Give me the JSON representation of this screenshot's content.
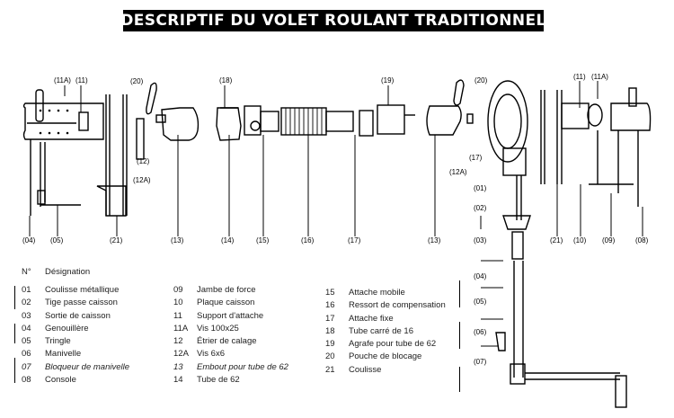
{
  "title": "DESCRIPTIF DU VOLET ROULANT TRADITIONNEL",
  "legend": {
    "header_num": "N°",
    "header_label": "Désignation",
    "columns": [
      [
        {
          "num": "01",
          "label": "Coulisse métallique",
          "italic": false
        },
        {
          "num": "02",
          "label": "Tige passe caisson",
          "italic": false
        },
        {
          "num": "03",
          "label": "Sortie de caisson",
          "italic": false
        },
        {
          "num": "04",
          "label": "Genouillère",
          "italic": false
        },
        {
          "num": "05",
          "label": "Tringle",
          "italic": false
        },
        {
          "num": "06",
          "label": "Manivelle",
          "italic": false
        },
        {
          "num": "07",
          "label": "Bloqueur de manivelle",
          "italic": true
        },
        {
          "num": "08",
          "label": "Console",
          "italic": false
        }
      ],
      [
        {
          "num": "09",
          "label": "Jambe de force",
          "italic": false
        },
        {
          "num": "10",
          "label": "Plaque caisson",
          "italic": false
        },
        {
          "num": "11",
          "label": "Support d'attache",
          "italic": false
        },
        {
          "num": "11A",
          "label": "Vis 100x25",
          "italic": false
        },
        {
          "num": "12",
          "label": "Étrier de calage",
          "italic": false
        },
        {
          "num": "12A",
          "label": "Vis 6x6",
          "italic": false
        },
        {
          "num": "13",
          "label": "Embout pour tube de 62",
          "italic": true
        },
        {
          "num": "14",
          "label": "Tube de 62",
          "italic": false
        }
      ],
      [
        {
          "num": "15",
          "label": "Attache mobile",
          "italic": false
        },
        {
          "num": "16",
          "label": "Ressort de compensation",
          "italic": false
        },
        {
          "num": "17",
          "label": "Attache fixe",
          "italic": false
        },
        {
          "num": "18",
          "label": "Tube carré de 16",
          "italic": false
        },
        {
          "num": "19",
          "label": "Agrafe pour tube de 62",
          "italic": false
        },
        {
          "num": "20",
          "label": "Pouche de blocage",
          "italic": false
        },
        {
          "num": "21",
          "label": "Coulisse",
          "italic": false
        }
      ]
    ]
  },
  "callouts": {
    "c11a_left": "(11A)",
    "c11_left": "(11)",
    "c20_left": "(20)",
    "c12": "(12)",
    "c12a": "(12A)",
    "c04_left": "(04)",
    "c05": "(05)",
    "c21_left": "(21)",
    "c13": "(13)",
    "c14": "(14)",
    "c15": "(15)",
    "c16": "(16)",
    "c17": "(17)",
    "c18": "(18)",
    "c19": "(19)",
    "c20_right": "(20)",
    "c12a_right": "(12A)",
    "c17_right": "(17)",
    "c01": "(01)",
    "c02": "(02)",
    "c03": "(03)",
    "c21_right": "(21)",
    "c10": "(10)",
    "c09": "(09)",
    "c08": "(08)",
    "c11_right": "(11)",
    "c11a_right": "(11A)",
    "c04_right": "(04)",
    "c05_right": "(05)",
    "c06": "(06)",
    "c07": "(07)"
  }
}
